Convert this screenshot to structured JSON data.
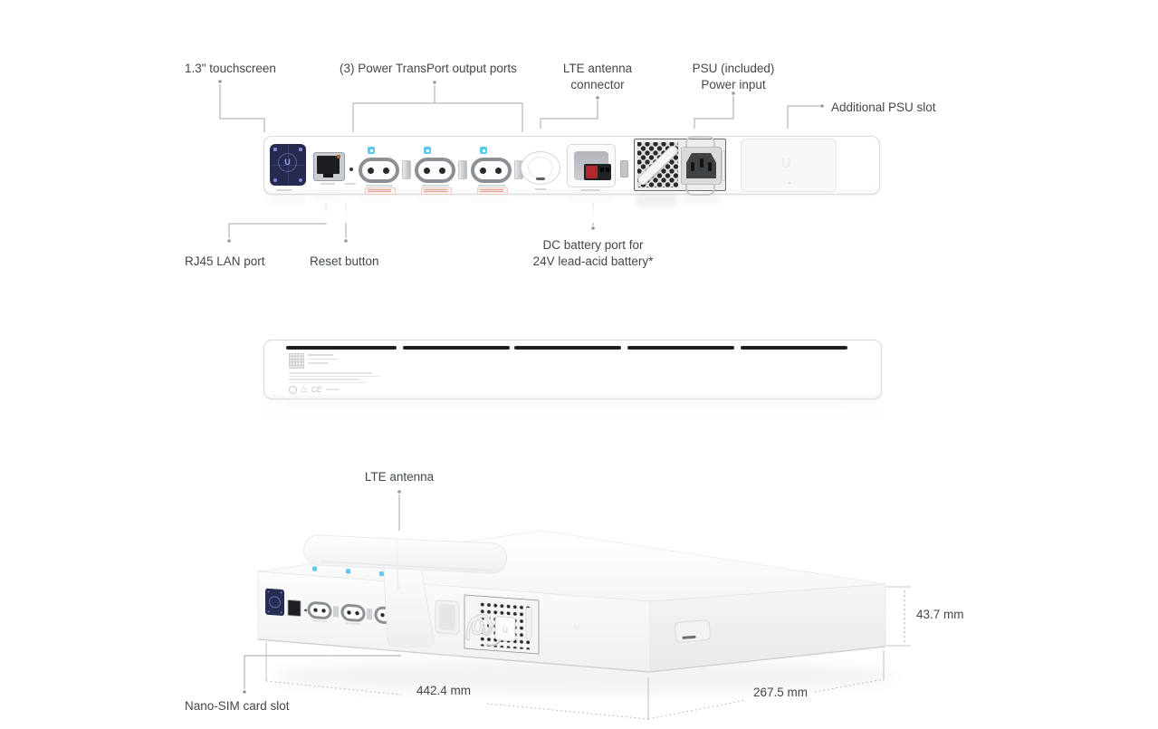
{
  "colors": {
    "accent_blue": "#5ec8f2",
    "terminal_red": "#b3282d",
    "screen_navy": "#262a4e",
    "callout_line": "#a2a5a8",
    "label_text": "#42474c"
  },
  "brand": {
    "u_logo": "U"
  },
  "rear_view": {
    "callouts": {
      "touchscreen": "1.3\" touchscreen",
      "transport_ports": "(3) Power TransPort output ports",
      "lte_connector_line1": "LTE antenna",
      "lte_connector_line2": "connector",
      "psu_line1": "PSU (included)",
      "psu_line2": "Power input",
      "additional_psu": "Additional PSU slot",
      "rj45": "RJ45 LAN port",
      "reset": "Reset button",
      "dc_line1": "DC battery port for",
      "dc_line2": "24V lead-acid battery*"
    },
    "icons": [
      "touchscreen-display",
      "rj45-port",
      "reset-pinhole",
      "power-transport-outlet",
      "cable-tie-slot",
      "transport-status-icon",
      "lte-antenna-connector",
      "dc-battery-terminal",
      "psu-module",
      "psu-vent-grille",
      "c14-power-inlet",
      "retention-bail",
      "additional-psu-blank-panel"
    ]
  },
  "bottom_view": {
    "icons": [
      "vent-slots",
      "regulatory-label",
      "qr-code",
      "ul-mark",
      "warning-mark",
      "ce-mark"
    ],
    "ce_mark": "CE"
  },
  "perspective_view": {
    "callouts": {
      "lte_antenna": "LTE antenna",
      "nano_sim": "Nano-SIM card slot"
    },
    "dimensions": {
      "width": "442.4 mm",
      "depth": "267.5 mm",
      "height": "43.7 mm"
    }
  }
}
